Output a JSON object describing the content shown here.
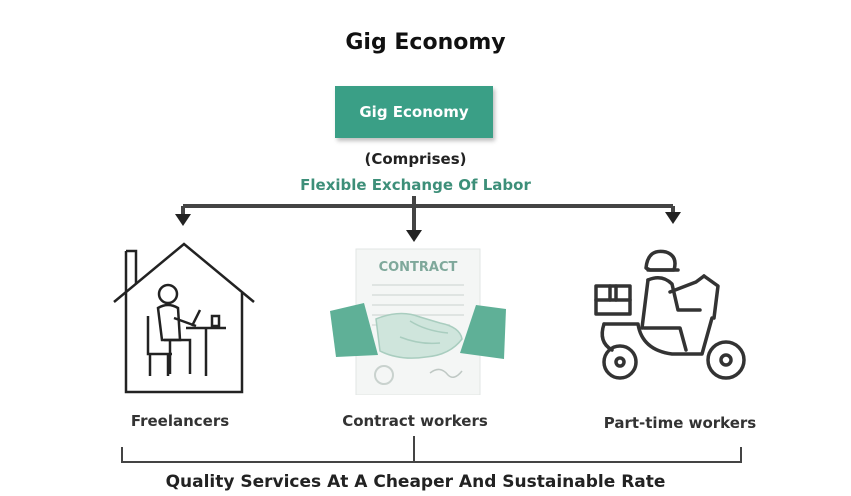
{
  "title": "Gig Economy",
  "root": {
    "label": "Gig Economy",
    "color": "#3a9f86"
  },
  "relation": {
    "comprises": "(Comprises)",
    "description": "Flexible Exchange Of Labor"
  },
  "categories": [
    {
      "label": "Freelancers",
      "icon": "house-desk-worker-icon"
    },
    {
      "label": "Contract workers",
      "icon": "contract-handshake-icon"
    },
    {
      "label": "Part-time workers",
      "icon": "scooter-delivery-icon"
    }
  ],
  "contract_text": "CONTRACT",
  "summary": "Quality Services At A Cheaper And Sustainable Rate"
}
